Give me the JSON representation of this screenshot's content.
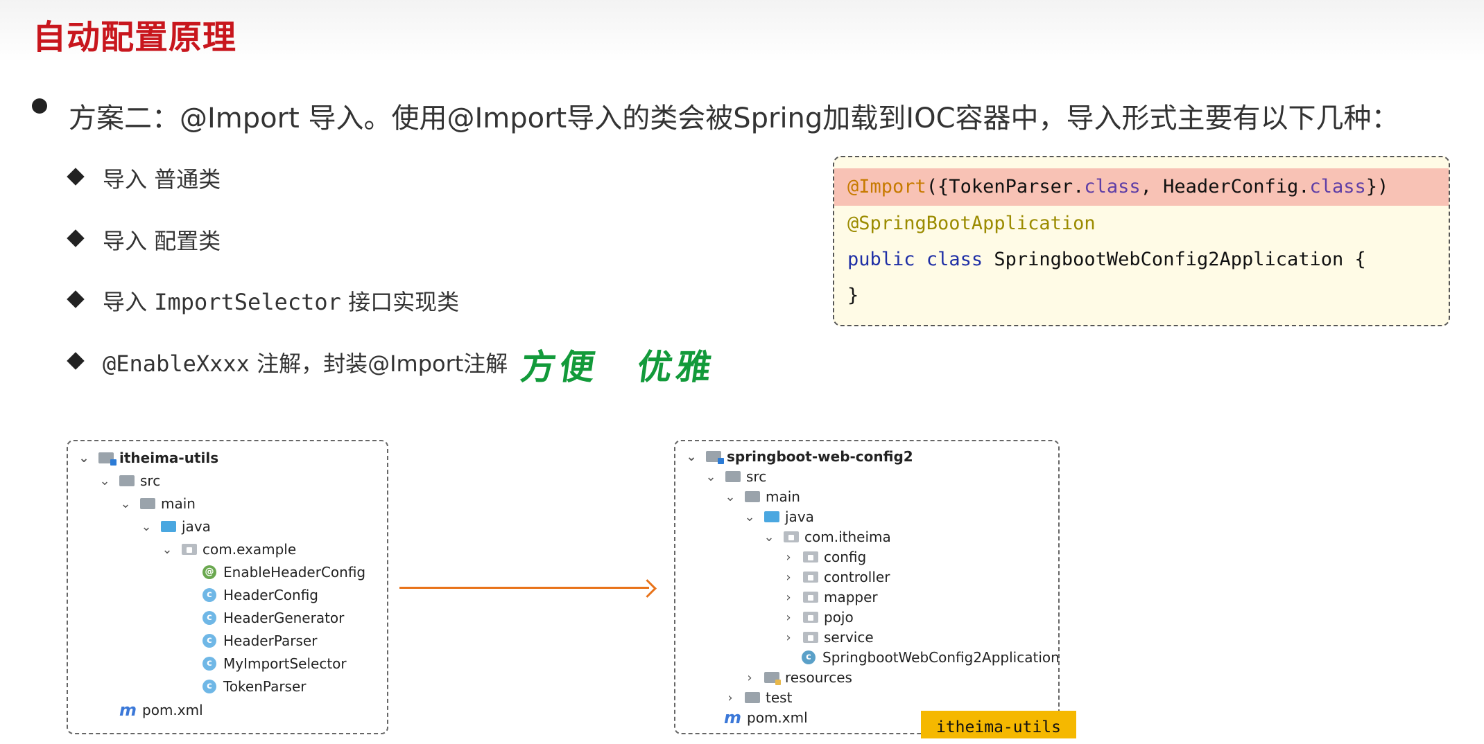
{
  "title": "自动配置原理",
  "main_point": "方案二：@Import 导入。使用@Import导入的类会被Spring加载到IOC容器中，导入形式主要有以下几种：",
  "sub_points": [
    {
      "prefix": "导入 ",
      "mono": "普通类"
    },
    {
      "prefix": "导入 ",
      "mono": "配置类"
    },
    {
      "prefix": "导入 ",
      "mono": "ImportSelector",
      "suffix": " 接口实现类"
    },
    {
      "mono": "@EnableXxxx",
      "suffix": "注解，封装@Import注解"
    }
  ],
  "handwritten": [
    "方便",
    "优雅"
  ],
  "code": {
    "line1": {
      "anno": "@Import",
      "a": "({TokenParser.",
      "k1": "class",
      "b": ", HeaderConfig.",
      "k2": "class",
      "c": "})"
    },
    "line2": "@SpringBootApplication",
    "line3": {
      "kw1": "public",
      "kw2": "class",
      "rest": "SpringbootWebConfig2Application {"
    },
    "line4": "}"
  },
  "left_tree": {
    "root": "itheima-utils",
    "src": "src",
    "main": "main",
    "java": "java",
    "pkg": "com.example",
    "classes": [
      "EnableHeaderConfig",
      "HeaderConfig",
      "HeaderGenerator",
      "HeaderParser",
      "MyImportSelector",
      "TokenParser"
    ],
    "pom": "pom.xml"
  },
  "right_tree": {
    "root": "springboot-web-config2",
    "src": "src",
    "main": "main",
    "java": "java",
    "pkg": "com.itheima",
    "subpkgs": [
      "config",
      "controller",
      "mapper",
      "pojo",
      "service"
    ],
    "app": "SpringbootWebConfig2Application",
    "resources": "resources",
    "test": "test",
    "pom": "pom.xml"
  },
  "tag": "itheima-utils",
  "colors": {
    "title": "#c8161d",
    "arrow": "#e8731a",
    "tag": "#f5b800",
    "handwriting": "#129a3a"
  }
}
